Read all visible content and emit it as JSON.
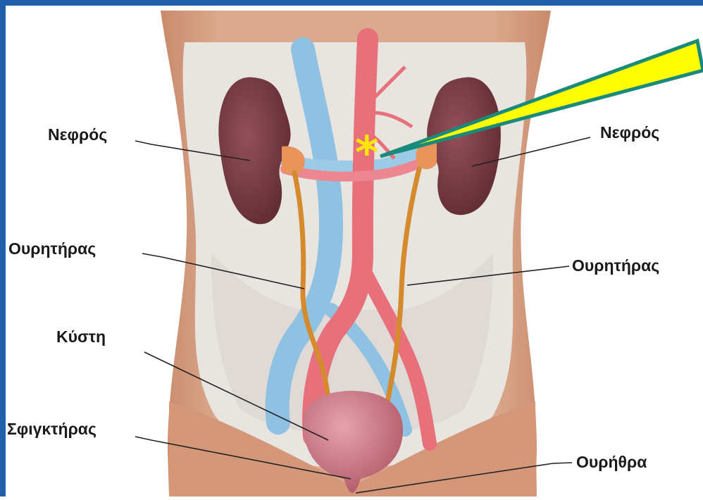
{
  "labels": {
    "kidney_left": "Νεφρός",
    "kidney_right": "Νεφρός",
    "ureter_left": "Ουρητήρας",
    "ureter_right": "Ουρητήρας",
    "bladder": "Κύστη",
    "sphincter": "Σφιγκτήρας",
    "urethra": "Ουρήθρα"
  },
  "pointer": {
    "symbol": "*"
  },
  "colors": {
    "frame_border": "#1f5fa8",
    "background": "#ffffff",
    "skin": "#d9a487",
    "cavity": "#e8e4e0",
    "kidney": "#7a3a3f",
    "vein": "#8fc1e3",
    "artery": "#e7707a",
    "ureter": "#d58b2c",
    "bladder": "#c8727d",
    "pointer_fill": "#ffff00",
    "pointer_stroke": "#1a8a7a",
    "star": "#ffe600"
  }
}
